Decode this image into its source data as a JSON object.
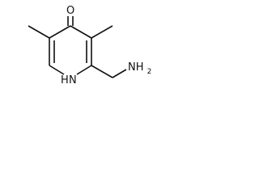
{
  "molecule": {
    "atoms": {
      "oxygen": "O",
      "ring_nitrogen": "H",
      "ring_nitrogen_h": "N",
      "amine_nitrogen": "NH",
      "amine_subscript": "2"
    },
    "colors": {
      "bond": "#111111",
      "text": "#111111",
      "background": "#ffffff"
    }
  }
}
